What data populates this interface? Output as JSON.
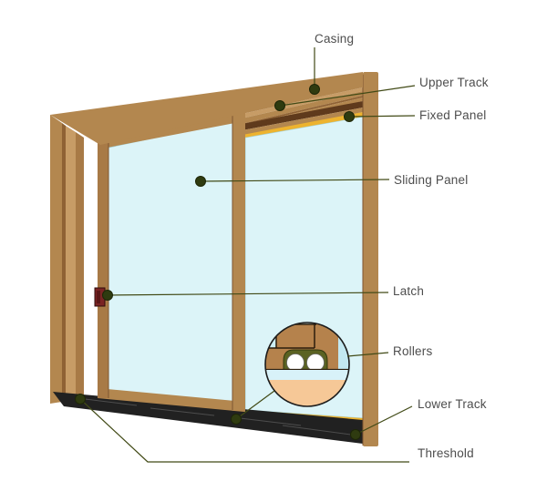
{
  "diagram": {
    "labels": [
      {
        "id": "casing",
        "text": "Casing"
      },
      {
        "id": "upper-track",
        "text": "Upper Track"
      },
      {
        "id": "fixed-panel",
        "text": "Fixed Panel"
      },
      {
        "id": "sliding-panel",
        "text": "Sliding Panel"
      },
      {
        "id": "latch",
        "text": "Latch"
      },
      {
        "id": "rollers",
        "text": "Rollers"
      },
      {
        "id": "lower-track",
        "text": "Lower Track"
      },
      {
        "id": "threshold",
        "text": "Threshold"
      }
    ],
    "colors": {
      "wood_main": "#b3874f",
      "wood_light": "#c79c66",
      "wood_mid": "#a87a46",
      "wood_dark": "#8f6234",
      "groove": "#5f3a1c",
      "gold": "#edb32f",
      "glass": "#dcf4f8",
      "threshold_black": "#212121",
      "leader": "#414a16",
      "dot": "#2f3b10",
      "label_text": "#4d4d4d",
      "latch_body": "#7b2424",
      "roller_housing": "#5a6222",
      "roller_white": "#ffffff",
      "mag_bg": "#cdeff5",
      "mag_track": "#d8f2f9",
      "mag_peach": "#f6c897",
      "mag_wood": "#b5824c",
      "outline_dark": "#2b1d0c"
    }
  }
}
